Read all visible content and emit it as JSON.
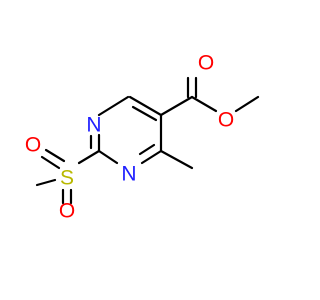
{
  "molecule": {
    "atoms": [
      {
        "id": "N1",
        "label": "N",
        "color": "#2020ff"
      },
      {
        "id": "N3",
        "label": "N",
        "color": "#2020ff"
      },
      {
        "id": "S",
        "label": "S",
        "color": "#b8b800"
      },
      {
        "id": "O_s1",
        "label": "O",
        "color": "#ff0000"
      },
      {
        "id": "O_s2",
        "label": "O",
        "color": "#ff0000"
      },
      {
        "id": "O_carbonyl",
        "label": "O",
        "color": "#ff0000"
      },
      {
        "id": "O_ester",
        "label": "O",
        "color": "#ff0000"
      }
    ]
  }
}
